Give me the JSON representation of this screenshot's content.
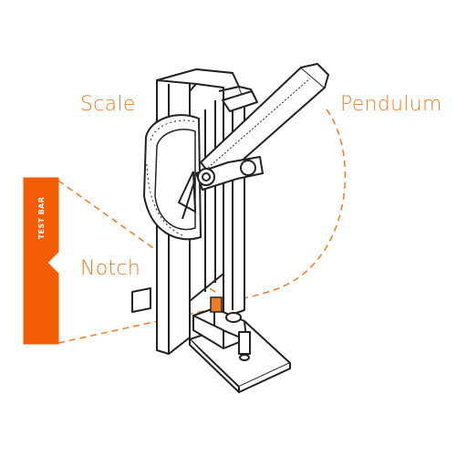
{
  "labels": {
    "scale": "Scale",
    "pendulum": "Pendulum",
    "notch": "Notch",
    "test_bar": "TEST BAR"
  },
  "colors": {
    "accent": "#f07b26",
    "bar_fill": "#f25c05",
    "line": "#222222"
  }
}
